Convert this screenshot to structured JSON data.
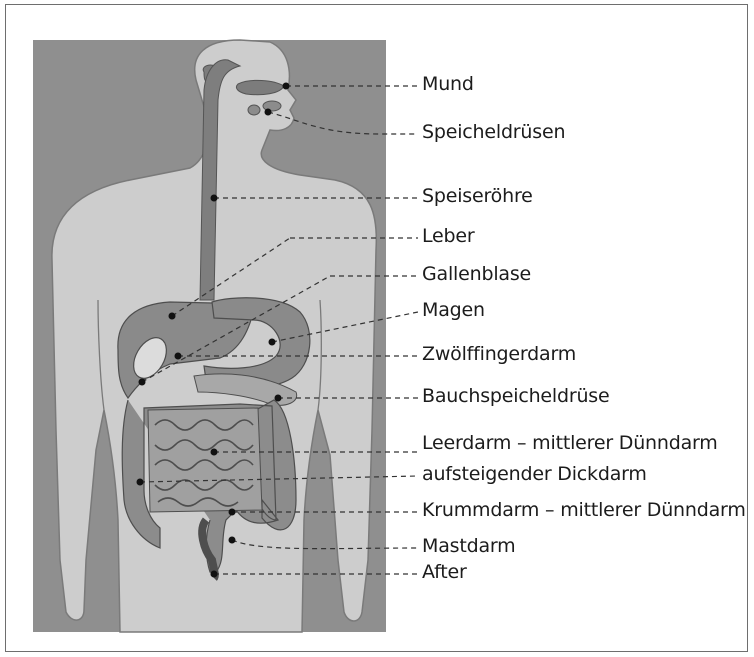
{
  "diagram": {
    "labels": [
      {
        "id": "mund",
        "text": "Mund"
      },
      {
        "id": "speicheldruesen",
        "text": "Speicheldrüsen"
      },
      {
        "id": "speiseroehre",
        "text": "Speiseröhre"
      },
      {
        "id": "leber",
        "text": "Leber"
      },
      {
        "id": "gallenblase",
        "text": "Gallenblase"
      },
      {
        "id": "magen",
        "text": "Magen"
      },
      {
        "id": "zwoelffingerdarm",
        "text": "Zwölffingerdarm"
      },
      {
        "id": "bauchspeicheldruese",
        "text": "Bauchspeicheldrüse"
      },
      {
        "id": "leerdarm",
        "text": "Leerdarm – mittlerer Dünndarm"
      },
      {
        "id": "dickdarm",
        "text": "aufsteigender Dickdarm"
      },
      {
        "id": "krummdarm",
        "text": "Krummdarm – mittlerer Dünndarm"
      },
      {
        "id": "mastdarm",
        "text": "Mastdarm"
      },
      {
        "id": "after",
        "text": "After"
      }
    ]
  }
}
